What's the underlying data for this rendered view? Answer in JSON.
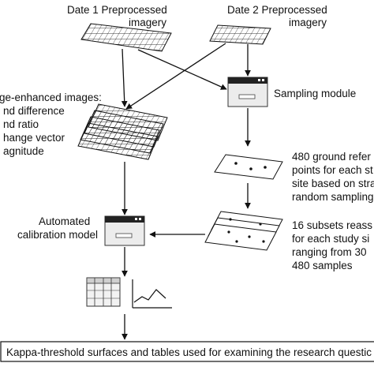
{
  "labels": {
    "date1_line1": "Date 1 Preprocessed",
    "date1_line2": "imagery",
    "date2_line1": "Date 2 Preprocessed",
    "date2_line2": "imagery",
    "sampling_module": "Sampling module",
    "change_images": [
      "ge-enhanced images:",
      "nd difference",
      "nd ratio",
      "hange vector",
      "agnitude"
    ],
    "ground_ref": [
      "480 ground refer",
      "points for each st",
      "site based on stra",
      "random sampling"
    ],
    "subsets": [
      "16 subsets reass",
      "for each study si",
      "ranging from 30",
      "480 samples"
    ],
    "calibration": [
      "Automated",
      "calibration model"
    ],
    "final_output": "Kappa-threshold surfaces and tables used for examining the research questic"
  }
}
